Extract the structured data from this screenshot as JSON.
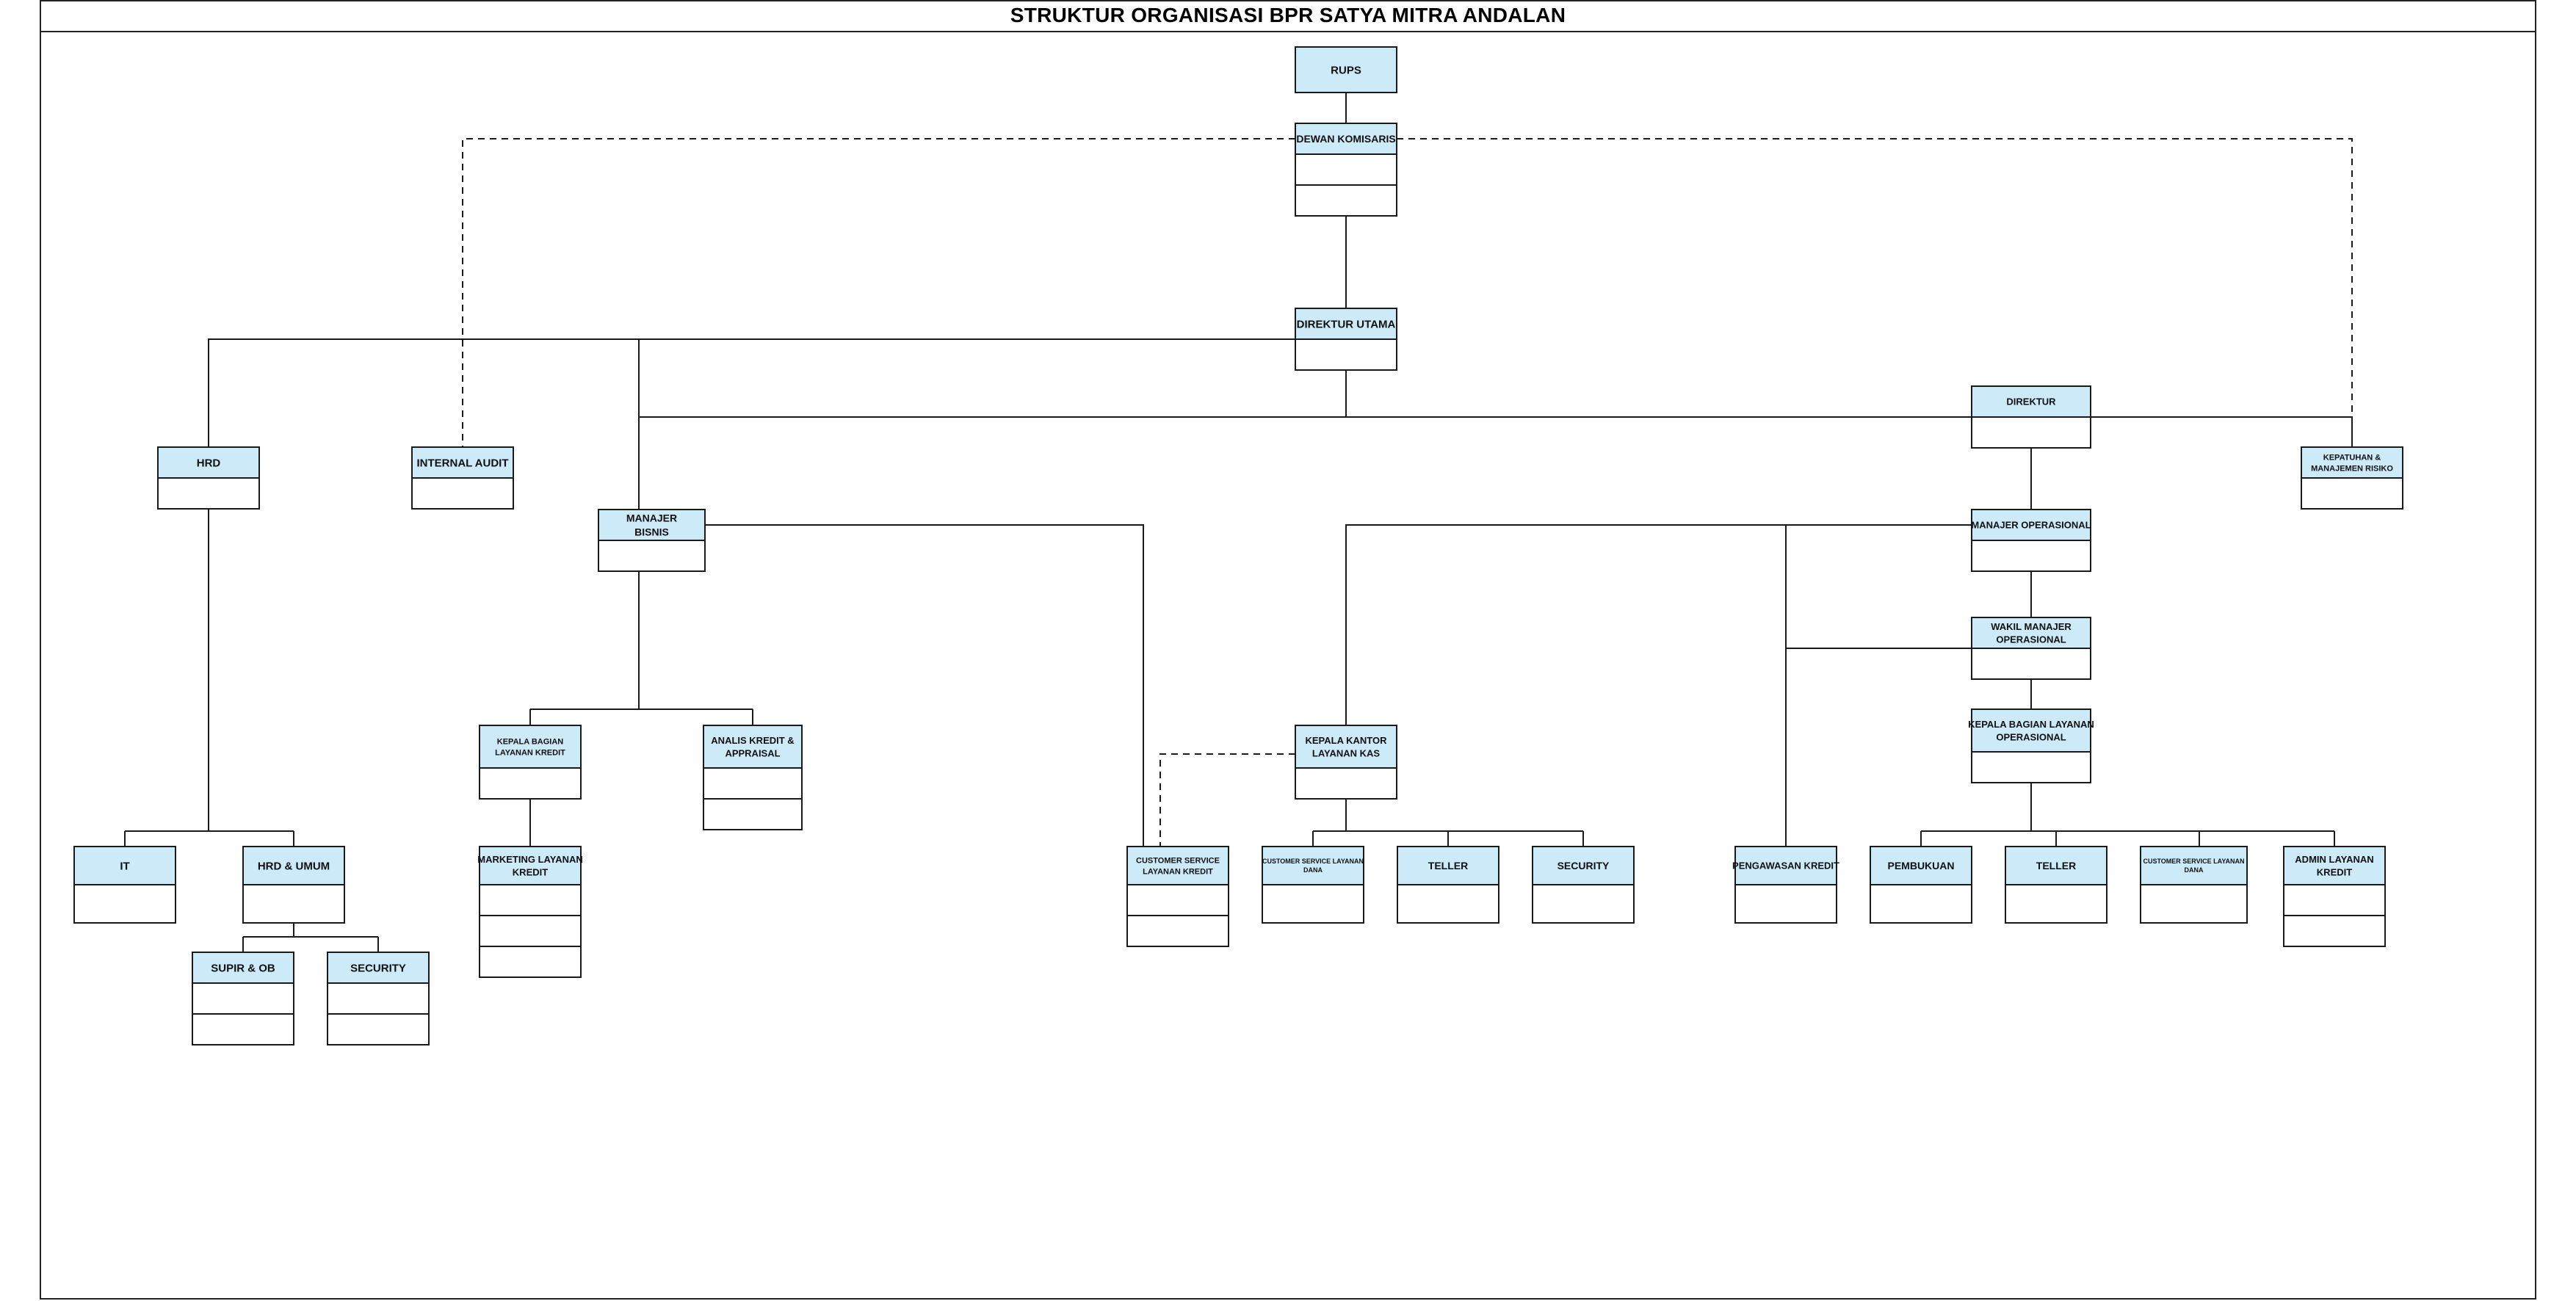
{
  "title": "STRUKTUR ORGANISASI BPR SATYA MITRA ANDALAN",
  "colors": {
    "header_fill": "#cdeaf9",
    "body_fill": "#ffffff",
    "line": "#1a1a1a"
  },
  "nodes": [
    {
      "id": "rups",
      "lines": [
        "RUPS"
      ]
    },
    {
      "id": "dewan-komisaris",
      "lines": [
        "DEWAN KOMISARIS"
      ]
    },
    {
      "id": "direktur-utama",
      "lines": [
        "DIREKTUR UTAMA"
      ]
    },
    {
      "id": "direktur",
      "lines": [
        "DIREKTUR"
      ]
    },
    {
      "id": "kepatuhan",
      "lines": [
        "KEPATUHAN &",
        "MANAJEMEN RISIKO"
      ]
    },
    {
      "id": "hrd",
      "lines": [
        "HRD"
      ]
    },
    {
      "id": "internal-audit",
      "lines": [
        "INTERNAL AUDIT"
      ]
    },
    {
      "id": "manajer-bisnis",
      "lines": [
        "MANAJER",
        "BISNIS"
      ]
    },
    {
      "id": "manajer-operasional",
      "lines": [
        "MANAJER OPERASIONAL"
      ]
    },
    {
      "id": "wakil-manajer-operasional",
      "lines": [
        "WAKIL MANAJER",
        "OPERASIONAL"
      ]
    },
    {
      "id": "kepala-bagian-layanan-operasional",
      "lines": [
        "KEPALA BAGIAN LAYANAN",
        "OPERASIONAL"
      ]
    },
    {
      "id": "kepala-bagian-layanan-kredit",
      "lines": [
        "KEPALA BAGIAN",
        "LAYANAN KREDIT"
      ]
    },
    {
      "id": "analis-kredit",
      "lines": [
        "ANALIS KREDIT &",
        "APPRAISAL"
      ]
    },
    {
      "id": "kepala-kantor-layanan-kas",
      "lines": [
        "KEPALA  KANTOR",
        "LAYANAN KAS"
      ]
    },
    {
      "id": "it",
      "lines": [
        "IT"
      ]
    },
    {
      "id": "hrd-umum",
      "lines": [
        "HRD & UMUM"
      ]
    },
    {
      "id": "supir-ob",
      "lines": [
        "SUPIR & OB"
      ]
    },
    {
      "id": "security-hrd",
      "lines": [
        "SECURITY"
      ]
    },
    {
      "id": "marketing-layanan-kredit",
      "lines": [
        "MARKETING LAYANAN",
        "KREDIT"
      ]
    },
    {
      "id": "cs-layanan-kredit",
      "lines": [
        "CUSTOMER SERVICE",
        "LAYANAN KREDIT"
      ]
    },
    {
      "id": "cs-layanan-dana-kas",
      "lines": [
        "CUSTOMER SERVICE LAYANAN",
        "DANA"
      ]
    },
    {
      "id": "teller-kas",
      "lines": [
        "TELLER"
      ]
    },
    {
      "id": "security-kas",
      "lines": [
        "SECURITY"
      ]
    },
    {
      "id": "pengawasan-kredit",
      "lines": [
        "PENGAWASAN KREDIT"
      ]
    },
    {
      "id": "pembukuan",
      "lines": [
        "PEMBUKUAN"
      ]
    },
    {
      "id": "teller-ops",
      "lines": [
        "TELLER"
      ]
    },
    {
      "id": "cs-layanan-dana-ops",
      "lines": [
        "CUSTOMER SERVICE LAYANAN",
        "DANA"
      ]
    },
    {
      "id": "admin-layanan-kredit",
      "lines": [
        "ADMIN LAYANAN",
        "KREDIT"
      ]
    }
  ]
}
